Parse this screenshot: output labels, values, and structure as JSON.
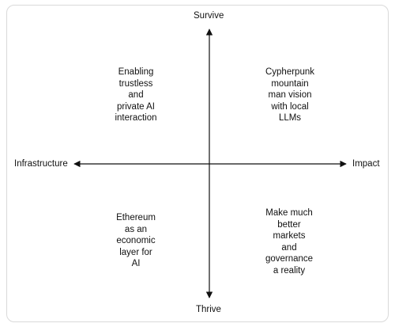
{
  "axes": {
    "top": "Survive",
    "bottom": "Thrive",
    "left": "Infrastructure",
    "right": "Impact"
  },
  "quadrants": {
    "top_left": [
      "Enabling",
      "trustless",
      "and",
      "private AI",
      "interaction"
    ],
    "top_right": [
      "Cypherpunk",
      "mountain",
      "man vision",
      "with local",
      "LLMs"
    ],
    "bottom_left": [
      "Ethereum",
      "as an",
      "economic",
      "layer for",
      "AI"
    ],
    "bottom_right": [
      "Make much",
      "better",
      "markets",
      "and",
      "governance",
      "a reality"
    ]
  },
  "colors": {
    "line": "#111111",
    "border": "#d9d9d9",
    "text": "#111111"
  }
}
